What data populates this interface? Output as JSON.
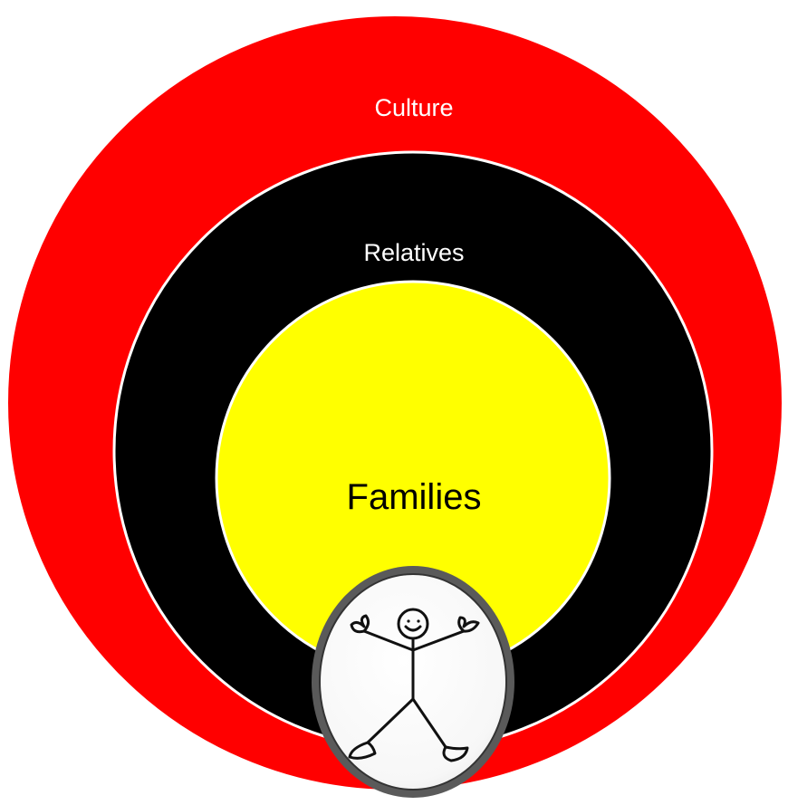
{
  "diagram": {
    "outer_ring": {
      "label": "Culture",
      "color": "#ff0000",
      "text_color": "#ffffff"
    },
    "middle_ring": {
      "label": "Relatives",
      "color": "#000000",
      "text_color": "#ffffff"
    },
    "inner_circle": {
      "label": "Families",
      "color": "#ffff00",
      "text_color": "#000000"
    },
    "person_badge": {
      "icon": "stick-figure-icon",
      "fill": "#ffffff",
      "border": "#555555"
    }
  }
}
